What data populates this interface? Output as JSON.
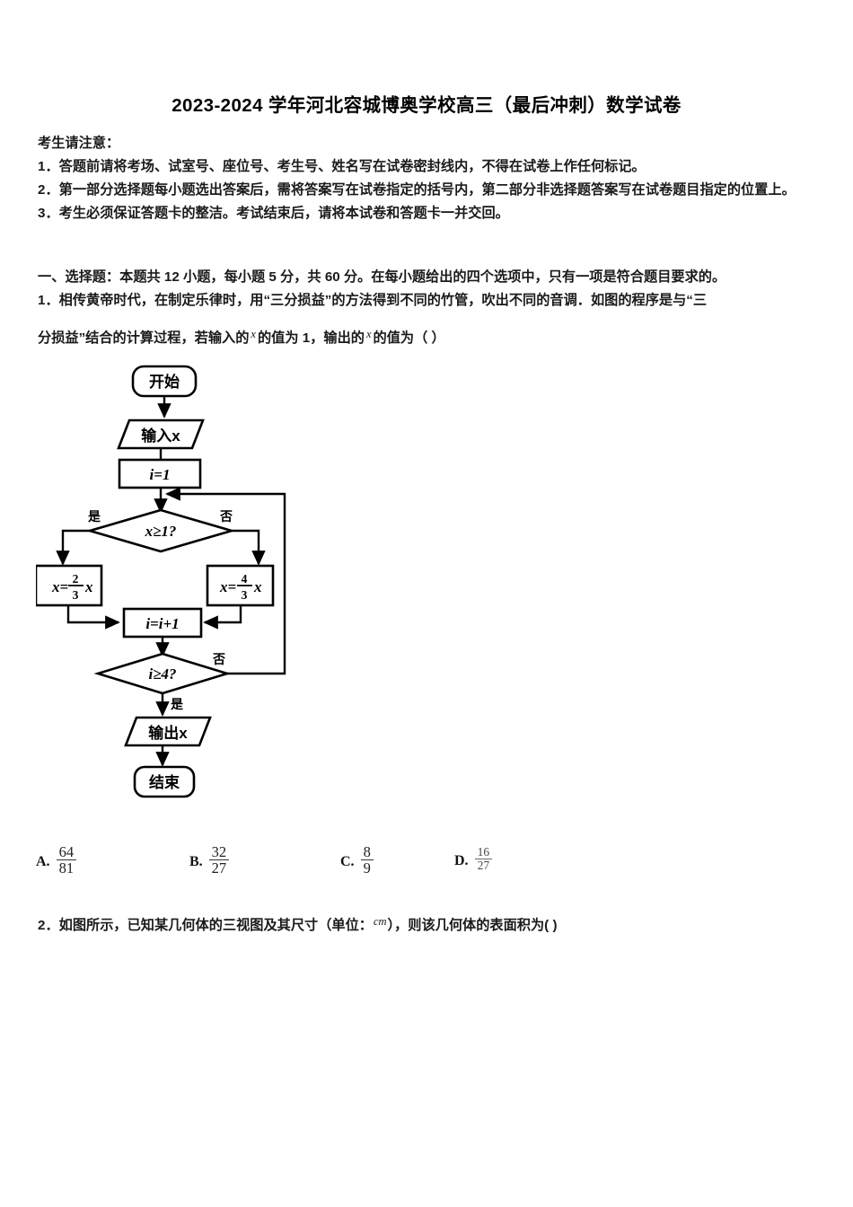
{
  "document": {
    "title": "2023-2024 学年河北容城博奥学校高三（最后冲刺）数学试卷",
    "notice_heading": "考生请注意：",
    "notice_items": [
      "1．答题前请将考场、试室号、座位号、考生号、姓名写在试卷密封线内，不得在试卷上作任何标记。",
      "2．第一部分选择题每小题选出答案后，需将答案写在试卷指定的括号内，第二部分非选择题答案写在试卷题目指定的位置上。",
      "3．考生必须保证答题卡的整洁。考试结束后，请将本试卷和答题卡一并交回。"
    ],
    "section_heading": "一、选择题：本题共 12 小题，每小题 5 分，共 60 分。在每小题给出的四个选项中，只有一项是符合题目要求的。"
  },
  "question1": {
    "line1_a": "1．相传黄帝时代，在制定乐律时，用“三分损益”的方法得到不同的竹管，吹出不同的音调．如图的程序是与“三",
    "line2_a": "分损益”结合的计算过程，若输入的",
    "line2_var1": "x",
    "line2_b": "的值为 1，输出的",
    "line2_var2": "x",
    "line2_c": "的值为（    ）",
    "options": [
      {
        "letter": "A.",
        "numerator": "64",
        "denominator": "81"
      },
      {
        "letter": "B.",
        "numerator": "32",
        "denominator": "27"
      },
      {
        "letter": "C.",
        "numerator": "8",
        "denominator": "9"
      },
      {
        "letter": "D.",
        "numerator": "16",
        "denominator": "27"
      }
    ]
  },
  "flowchart": {
    "nodes": {
      "start": "开始",
      "input": "输入x",
      "init": "i=1",
      "cond1": "x≥1?",
      "branch_yes": "是",
      "branch_no": "否",
      "assign_left_var": "x=",
      "assign_left_num": "2",
      "assign_left_den": "3",
      "assign_left_tail": "x",
      "assign_right_var": "x=",
      "assign_right_num": "4",
      "assign_right_den": "3",
      "assign_right_tail": "x",
      "increment": "i=i+1",
      "cond2": "i≥4?",
      "cond2_no": "否",
      "cond2_yes": "是",
      "output": "输出x",
      "end": "结束"
    }
  },
  "question2": {
    "text_a": "2．如图所示，已知某几何体的三视图及其尺寸（单位：",
    "unit": "cm",
    "text_b": "），则该几何体的表面积为(    )"
  }
}
